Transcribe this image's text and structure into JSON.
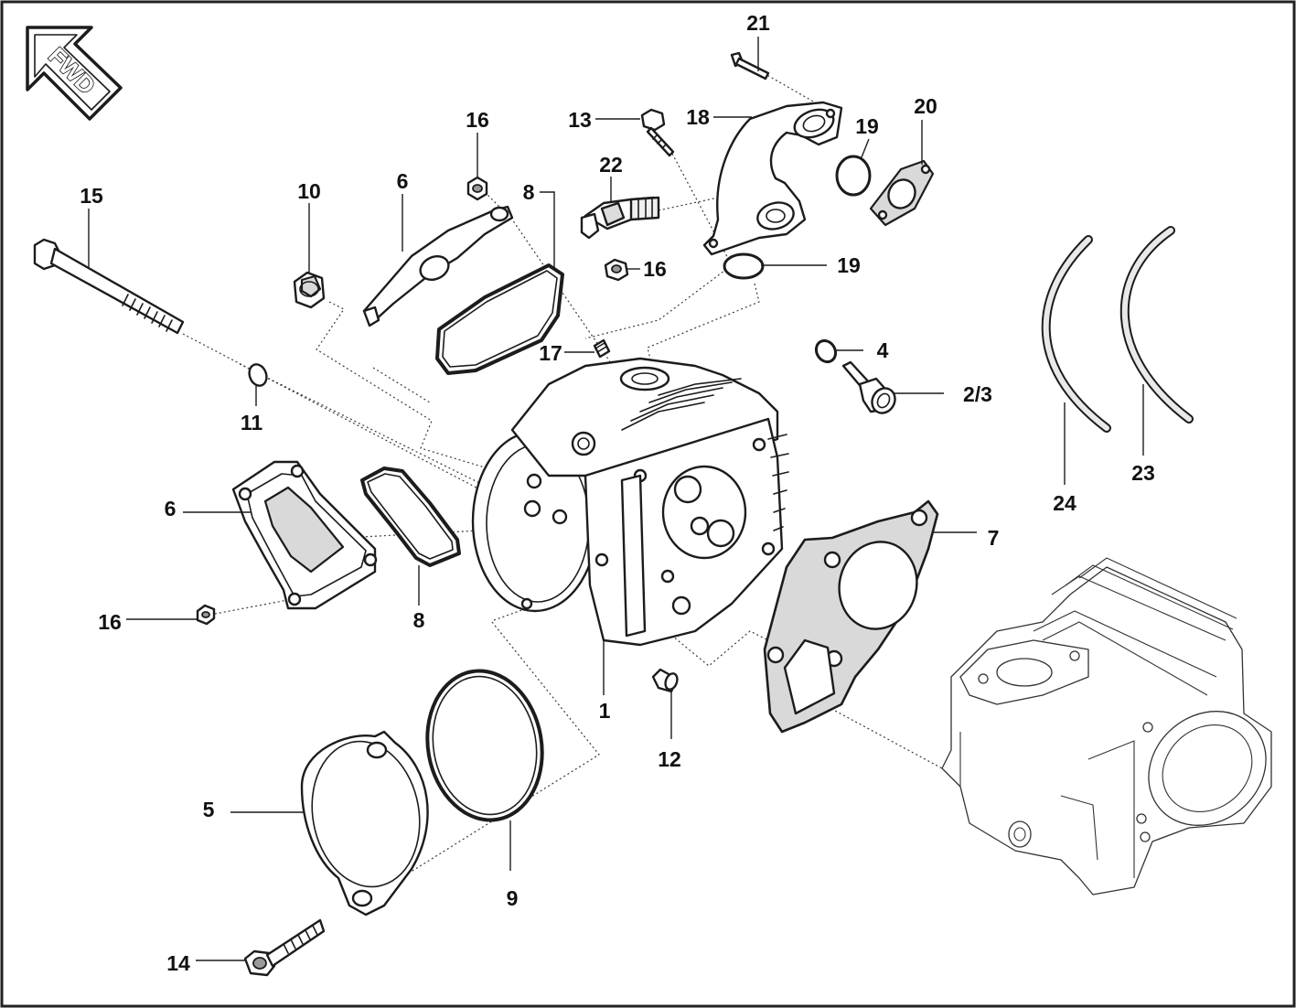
{
  "fwd_arrow": {
    "label": "FWD"
  },
  "callouts": {
    "c1": "1",
    "c2_3": "2/3",
    "c4": "4",
    "c5": "5",
    "c6_upper": "6",
    "c6_lower": "6",
    "c7": "7",
    "c8_upper": "8",
    "c8_lower": "8",
    "c9": "9",
    "c10": "10",
    "c11": "11",
    "c12": "12",
    "c13": "13",
    "c14": "14",
    "c15": "15",
    "c16_top": "16",
    "c16_mid": "16",
    "c16_left": "16",
    "c17": "17",
    "c18": "18",
    "c19_top": "19",
    "c19_mid": "19",
    "c20": "20",
    "c21": "21",
    "c22": "22",
    "c23": "23",
    "c24": "24"
  }
}
